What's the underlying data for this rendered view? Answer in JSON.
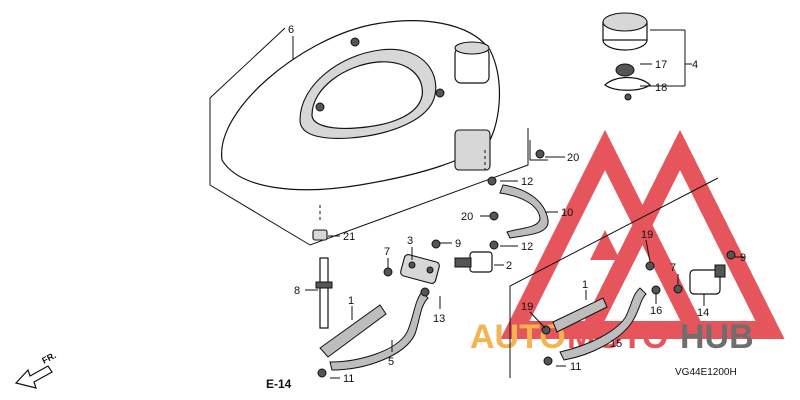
{
  "diagram": {
    "code": "VG44E1200H",
    "ref": "E-14",
    "direction_label": "FR.",
    "callouts": {
      "c1a": "1",
      "c1b": "1",
      "c2": "2",
      "c3": "3",
      "c4": "4",
      "c5": "5",
      "c6": "6",
      "c7a": "7",
      "c7b": "7",
      "c8": "8",
      "c9a": "9",
      "c9b": "9",
      "c10": "10",
      "c11a": "11",
      "c11b": "11",
      "c12a": "12",
      "c12b": "12",
      "c13": "13",
      "c14": "14",
      "c15": "15",
      "c16": "16",
      "c17": "17",
      "c18": "18",
      "c19a": "19",
      "c19b": "19",
      "c20a": "20",
      "c20b": "20",
      "c21": "21"
    }
  },
  "watermark": {
    "text_auto": "AUTO",
    "text_moto": "MOTO",
    "text_hub": "HUB",
    "color_red": "#e2383f",
    "color_orange": "#f4a533",
    "color_dark": "#555555"
  }
}
